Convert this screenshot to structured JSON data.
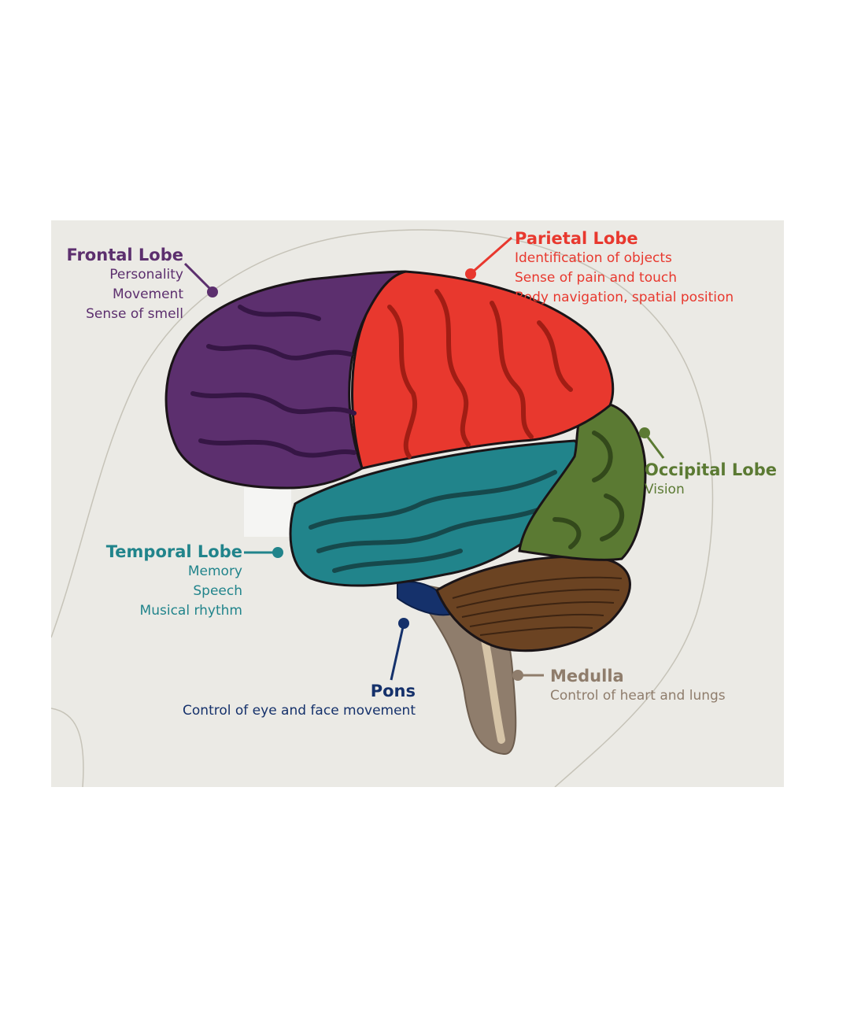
{
  "colors": {
    "background": "#ebeae5",
    "frontal": "#5c2f6e",
    "parietal": "#e8382e",
    "occipital": "#5b7a33",
    "temporal": "#21848b",
    "cerebellum": "#6b4322",
    "pons": "#15316b",
    "medulla": "#8f7d6c",
    "outline": "#1a1417"
  },
  "labels": {
    "frontal": {
      "title": "Frontal Lobe",
      "lines": [
        "Personality",
        "Movement",
        "Sense of smell"
      ]
    },
    "parietal": {
      "title": "Parietal Lobe",
      "lines": [
        "Identification of objects",
        "Sense of pain and touch",
        "Body navigation, spatial position"
      ]
    },
    "occipital": {
      "title": "Occipital Lobe",
      "lines": [
        "Vision"
      ]
    },
    "temporal": {
      "title": "Temporal Lobe",
      "lines": [
        "Memory",
        "Speech",
        "Musical rhythm"
      ]
    },
    "pons": {
      "title": "Pons",
      "lines": [
        "Control of eye and face movement"
      ]
    },
    "medulla": {
      "title": "Medulla",
      "lines": [
        "Control of heart and lungs"
      ]
    }
  }
}
